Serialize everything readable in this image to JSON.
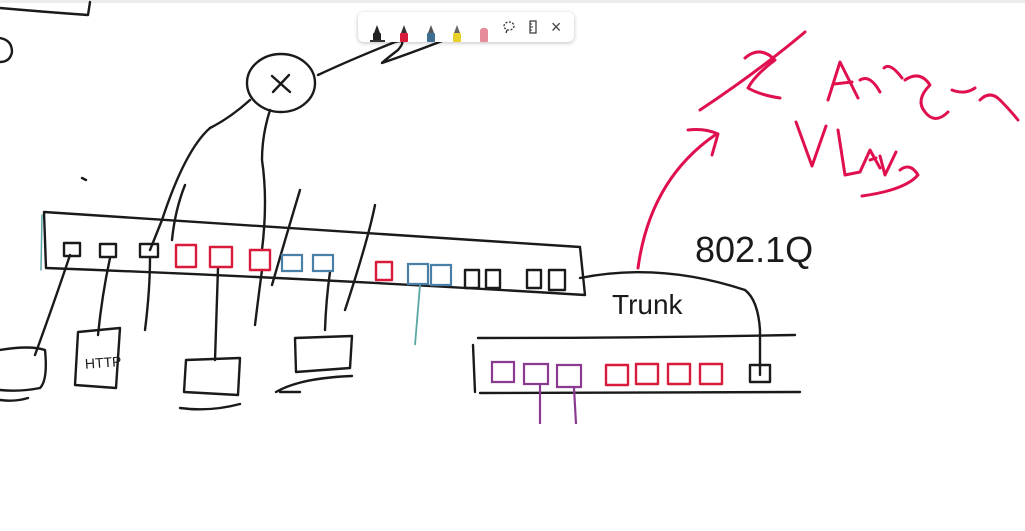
{
  "toolbar": {
    "tools": [
      {
        "icon": "pen-icon",
        "color": "#222222",
        "active": true
      },
      {
        "icon": "pen-icon",
        "color": "#d81b3a",
        "active": false
      },
      {
        "icon": "pen-icon",
        "color": "#3d6f91",
        "active": false
      },
      {
        "icon": "highlighter-icon",
        "color": "#e8d22a",
        "active": false
      },
      {
        "icon": "eraser-icon",
        "color": "#e58b9a",
        "active": false
      }
    ],
    "lasso_icon": "lasso-icon",
    "ruler_icon": "ruler-icon",
    "close_icon": "close-icon",
    "close_glyph": "×"
  },
  "ink": {
    "title_text": "Aniguma VLANS",
    "protocol_text": "802.1Q",
    "link_text": "Trunk",
    "node_text": "x",
    "device_text": "HTTP",
    "colors": {
      "black": "#1a1a1a",
      "red": "#d81b3a",
      "magenta": "#e0104f",
      "blue": "#4a7fa7",
      "teal": "#5aa7a4",
      "purple": "#8a3b8f"
    }
  }
}
